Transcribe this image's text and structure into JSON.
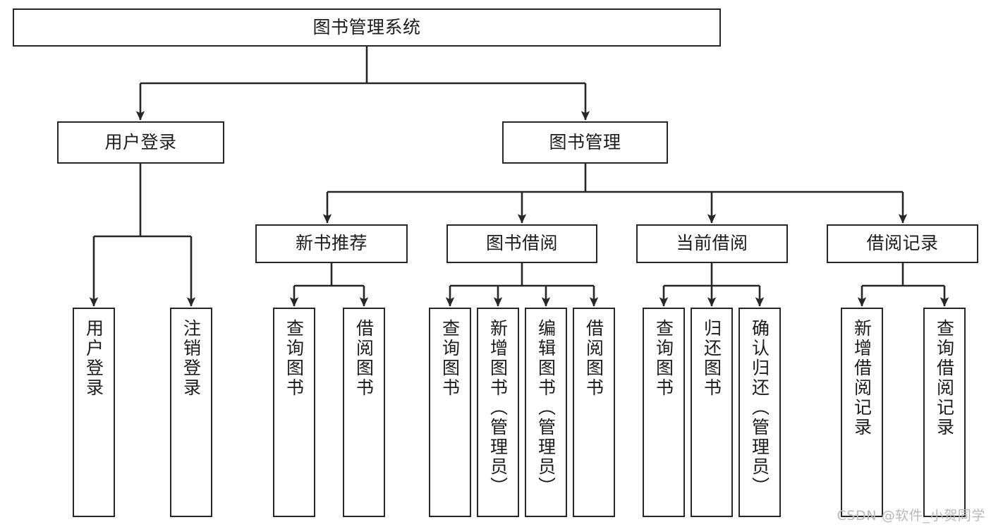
{
  "diagram": {
    "title": "图书管理系统",
    "type": "tree-hierarchy",
    "orientation": "top-down",
    "watermark": "CSDN @软件_小贺同学",
    "colors": {
      "box_border": "#27272a",
      "box_fill": "#ffffff",
      "edge": "#27272a",
      "text": "#1c1c1c",
      "watermark": "#b9b9b9",
      "background": "#ffffff"
    },
    "nodes": {
      "root": {
        "label": "图书管理系统",
        "level": 0,
        "orientation": "horizontal"
      },
      "l1": [
        {
          "id": "user-login",
          "label": "用户登录",
          "level": 1,
          "orientation": "horizontal"
        },
        {
          "id": "book-mgmt",
          "label": "图书管理",
          "level": 1,
          "orientation": "horizontal"
        }
      ],
      "l2": [
        {
          "id": "new-book-rec",
          "label": "新书推荐",
          "level": 2,
          "orientation": "horizontal",
          "parent": "book-mgmt"
        },
        {
          "id": "book-borrow",
          "label": "图书借阅",
          "level": 2,
          "orientation": "horizontal",
          "parent": "book-mgmt"
        },
        {
          "id": "current-borrow",
          "label": "当前借阅",
          "level": 2,
          "orientation": "horizontal",
          "parent": "book-mgmt"
        },
        {
          "id": "borrow-record",
          "label": "借阅记录",
          "level": 2,
          "orientation": "horizontal",
          "parent": "book-mgmt"
        }
      ],
      "leaves": [
        {
          "id": "leaf-user-login",
          "label": "用户登录",
          "parent": "user-login",
          "orientation": "vertical"
        },
        {
          "id": "leaf-user-logout",
          "label": "注销登录",
          "parent": "user-login",
          "orientation": "vertical"
        },
        {
          "id": "leaf-rec-query",
          "label": "查询图书",
          "parent": "new-book-rec",
          "orientation": "vertical"
        },
        {
          "id": "leaf-rec-borrow",
          "label": "借阅图书",
          "parent": "new-book-rec",
          "orientation": "vertical"
        },
        {
          "id": "leaf-borrow-query",
          "label": "查询图书",
          "parent": "book-borrow",
          "orientation": "vertical"
        },
        {
          "id": "leaf-borrow-add",
          "label": "新增图书（管理员）",
          "parent": "book-borrow",
          "orientation": "vertical"
        },
        {
          "id": "leaf-borrow-edit",
          "label": "编辑图书（管理员）",
          "parent": "book-borrow",
          "orientation": "vertical"
        },
        {
          "id": "leaf-borrow-do",
          "label": "借阅图书",
          "parent": "book-borrow",
          "orientation": "vertical"
        },
        {
          "id": "leaf-cur-query",
          "label": "查询图书",
          "parent": "current-borrow",
          "orientation": "vertical"
        },
        {
          "id": "leaf-cur-return",
          "label": "归还图书",
          "parent": "current-borrow",
          "orientation": "vertical"
        },
        {
          "id": "leaf-cur-confirm",
          "label": "确认归还（管理员）",
          "parent": "current-borrow",
          "orientation": "vertical"
        },
        {
          "id": "leaf-rec-add",
          "label": "新增借阅记录",
          "parent": "borrow-record",
          "orientation": "vertical"
        },
        {
          "id": "leaf-rec-query-record",
          "label": "查询借阅记录",
          "parent": "borrow-record",
          "orientation": "vertical"
        }
      ]
    }
  }
}
